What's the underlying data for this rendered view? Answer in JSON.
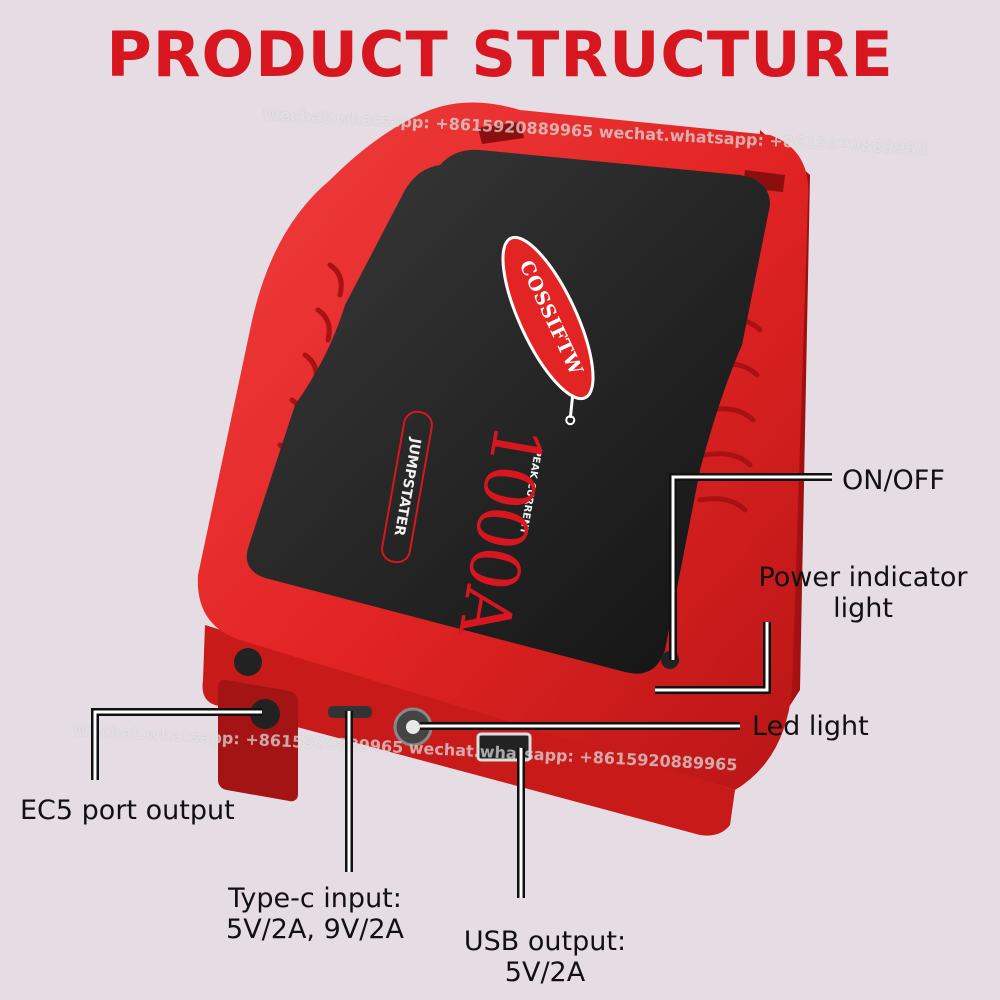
{
  "title": "PRODUCT STRUCTURE",
  "device": {
    "brand": "COSSIFTW",
    "peak_label": "PEAK CURRENT",
    "amps": "1000A",
    "model": "JUMPSTATER"
  },
  "labels": {
    "on_off": "ON/OFF",
    "power_indicator_line1": "Power indicator",
    "power_indicator_line2": "light",
    "led_light": "Led light",
    "ec5": "EC5 port output",
    "typec_line1": "Type-c input:",
    "typec_line2": "5V/2A, 9V/2A",
    "usb_line1": "USB output:",
    "usb_line2": "5V/2A"
  },
  "watermarks": {
    "top": "Wechat.whatsapp: +8615920889965  wechat.whatsapp: +8615920889965",
    "bottom": "Wechat.whatsapp: +8615920889965  wechat.whatsapp: +8615920889965"
  },
  "colors": {
    "title": "#d8161f",
    "device_red": "#e32424",
    "panel_dark": "#1c1c1c",
    "background": "#e6dce3"
  }
}
